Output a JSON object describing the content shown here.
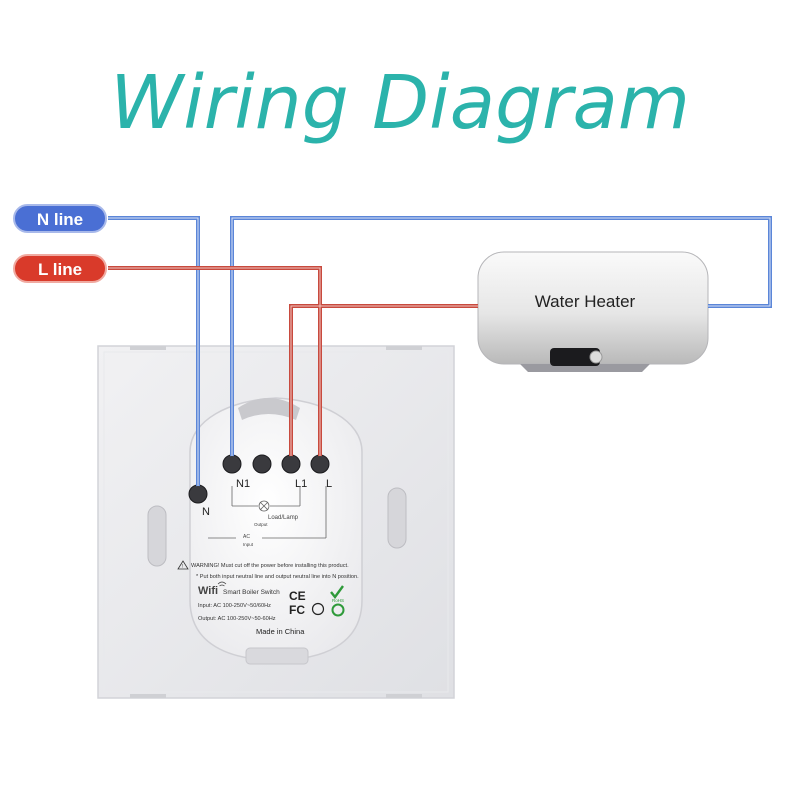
{
  "title": "Wiring Diagram",
  "labels": {
    "n_line": "N line",
    "l_line": "L line",
    "heater": "Water Heater"
  },
  "terminals": {
    "n1": "N1",
    "l1": "L1",
    "l": "L",
    "n": "N"
  },
  "back_panel": {
    "load": "Load/Lamp",
    "output": "Output",
    "ac": "AC",
    "input": "Input",
    "warning": "WARNING! Must cut off the power before installing this product.",
    "note": "Put both input neutral line and output neutral line into N position.",
    "brand": "Wifi",
    "product": "Smart Boiler Switch",
    "input_spec": "Input: AC 100-250V~50/60Hz",
    "output_spec": "Output: AC 100-250V~50-60Hz",
    "origin": "Made in China",
    "fc": "FC",
    "ce": "CE",
    "rohs": "RoHS"
  },
  "colors": {
    "title": "#2bb3ab",
    "n_wire": "#5b86d8",
    "l_wire": "#c84a3e",
    "n_badge": "#4a6fd4",
    "l_badge": "#d93a2a"
  }
}
